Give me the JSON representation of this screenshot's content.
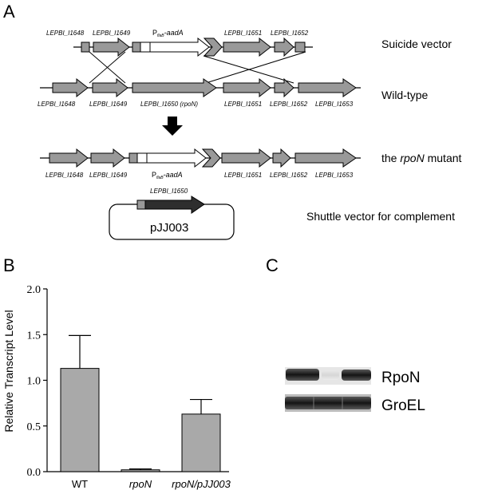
{
  "panels": {
    "A": "A",
    "B": "B",
    "C": "C"
  },
  "panel_a": {
    "row_labels": {
      "suicide": "Suicide vector",
      "wildtype": "Wild-type",
      "mutant_prefix": "the ",
      "mutant_gene": "rpoN",
      "mutant_suffix": " mutant",
      "shuttle": "Shuttle vector for complement"
    },
    "suicide_genes": [
      "LEPBI_I1648",
      "LEPBI_I1649",
      "LEPBI_I1651",
      "LEPBI_I1652"
    ],
    "cassette_label": {
      "p": "P",
      "sub": "flaB",
      "rest": "-aadA"
    },
    "wildtype_genes": [
      "LEPBI_I1648",
      "LEPBI_I1649",
      "LEPBI_I1650 (rpoN)",
      "LEPBI_I1651",
      "LEPBI_I1652",
      "LEPBI_I1653"
    ],
    "mutant_genes": [
      "LEPBI_I1648",
      "LEPBI_I1649",
      "LEPBI_I1651",
      "LEPBI_I1652",
      "LEPBI_I1653"
    ],
    "plasmid_gene": "LEPBI_I1650",
    "plasmid_name": "pJJ003"
  },
  "chart_data": {
    "type": "bar",
    "categories": [
      "WT",
      "rpoN",
      "rpoN/pJJ003"
    ],
    "values": [
      1.13,
      0.02,
      0.63
    ],
    "errors": [
      0.36,
      0.01,
      0.16
    ],
    "ylabel": "Relative Transcript Level",
    "ylim": [
      0,
      2.0
    ],
    "yticks": [
      "0.0",
      "0.5",
      "1.0",
      "1.5",
      "2.0"
    ],
    "bar_color": "#a9a9a9",
    "grid": false
  },
  "panel_c": {
    "labels": [
      "RpoN",
      "GroEL"
    ]
  }
}
